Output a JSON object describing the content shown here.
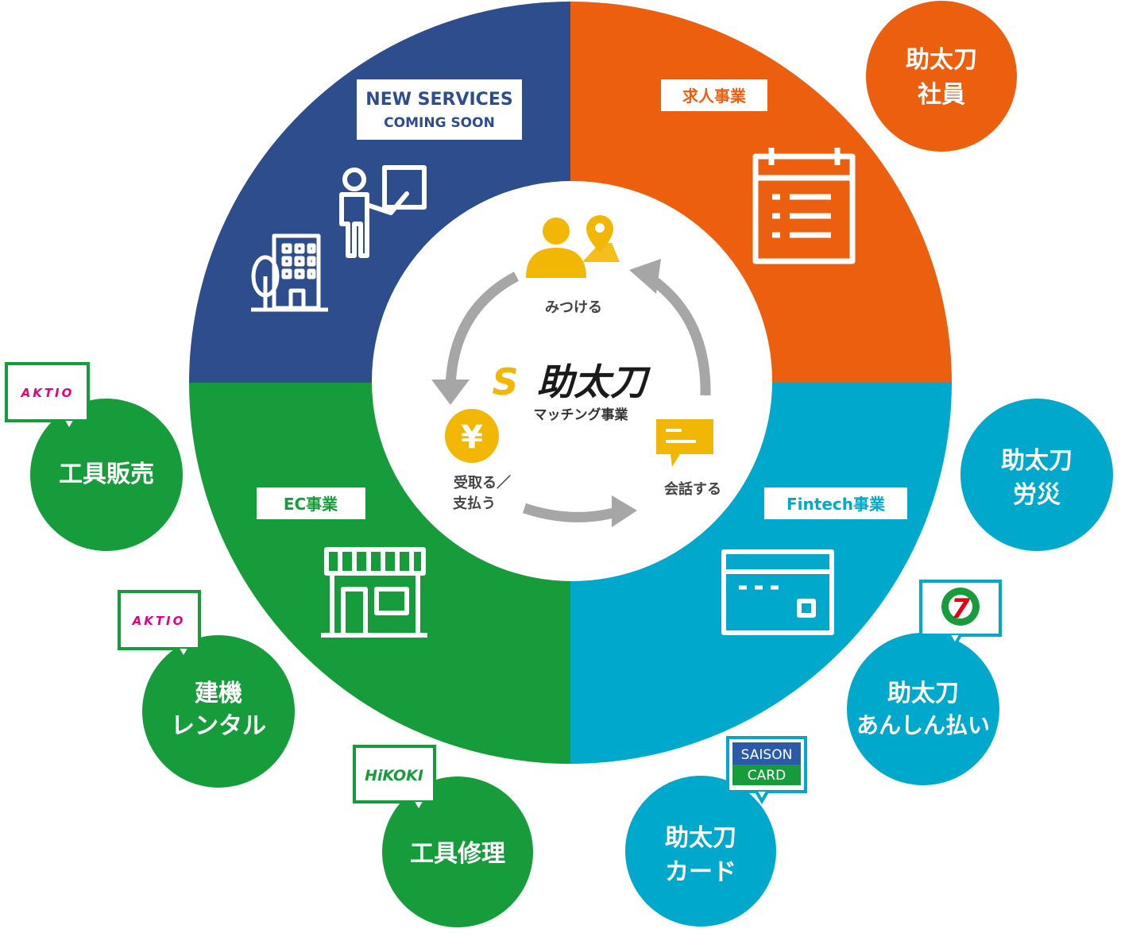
{
  "colors": {
    "navy": "#2e4d8c",
    "orange": "#ec5f0f",
    "cyan": "#00a9cc",
    "green": "#179c3b",
    "yellow": "#f2b705",
    "gray": "#a6a6a6",
    "black": "#1a1a1a"
  },
  "center": {
    "brand_mark": "S",
    "brand": "助太刀",
    "subtitle": "マッチング事業",
    "cycle": {
      "find": "みつける",
      "talk": "会話する",
      "pay_line1": "受取る／",
      "pay_line2": "支払う",
      "yen": "¥"
    }
  },
  "quadrants": {
    "new_services": {
      "line1": "NEW SERVICES",
      "line2": "COMING  SOON"
    },
    "recruit": {
      "label": "求人事業"
    },
    "ec": {
      "label": "EC事業"
    },
    "fintech": {
      "label": "Fintech事業"
    }
  },
  "satellites": {
    "employee": {
      "line1": "助太刀",
      "line2": "社員"
    },
    "rousai": {
      "line1": "助太刀",
      "line2": "労災"
    },
    "anshin": {
      "line1": "助太刀",
      "line2": "あんしん払い"
    },
    "card": {
      "line1": "助太刀",
      "line2": "カード"
    },
    "tool_sales": {
      "line1": "工具販売"
    },
    "rental": {
      "line1": "建機",
      "line2": "レンタル"
    },
    "repair": {
      "line1": "工具修理"
    }
  },
  "partners": {
    "aktio_1": "AKTIO",
    "aktio_2": "AKTIO",
    "hikoki": "HiKOKI",
    "saison_top": "SAISON",
    "saison_bottom": "CARD",
    "seven_bank": "7"
  }
}
